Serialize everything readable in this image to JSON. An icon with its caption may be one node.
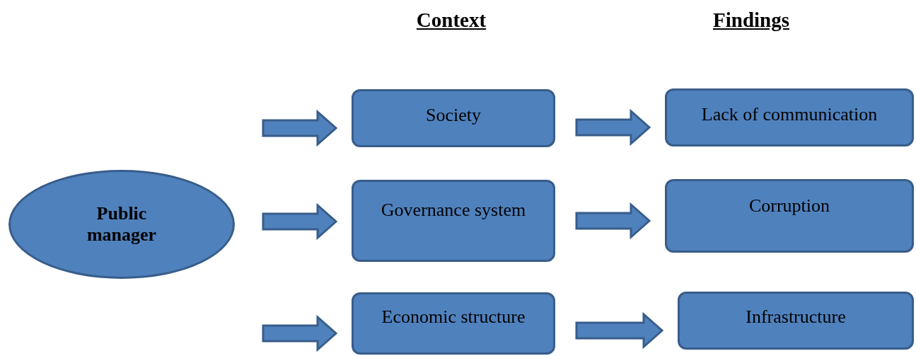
{
  "diagram": {
    "nodes": [
      {
        "text": [
          "Public manager"
        ]
      },
      {
        "text": [
          "Society"
        ]
      },
      {
        "text": [
          "Governance system"
        ]
      },
      {
        "text": [
          "Economic structure"
        ]
      },
      {
        "text": [
          "Lack of communication"
        ]
      },
      {
        "text": [
          "Corruption"
        ]
      },
      {
        "text": [
          "Infrastructure"
        ]
      }
    ],
    "edges": [
      {
        "from": null,
        "to": 1,
        "arrow": "to"
      },
      {
        "from": null,
        "to": 2,
        "arrow": "to"
      },
      {
        "from": null,
        "to": 3,
        "arrow": "to"
      },
      {
        "from": 1,
        "to": 4,
        "arrow": "to"
      },
      {
        "from": 2,
        "to": 5,
        "arrow": "to"
      },
      {
        "from": 3,
        "to": 6,
        "arrow": "to"
      }
    ],
    "labels": [
      "Context",
      "Findings"
    ]
  }
}
